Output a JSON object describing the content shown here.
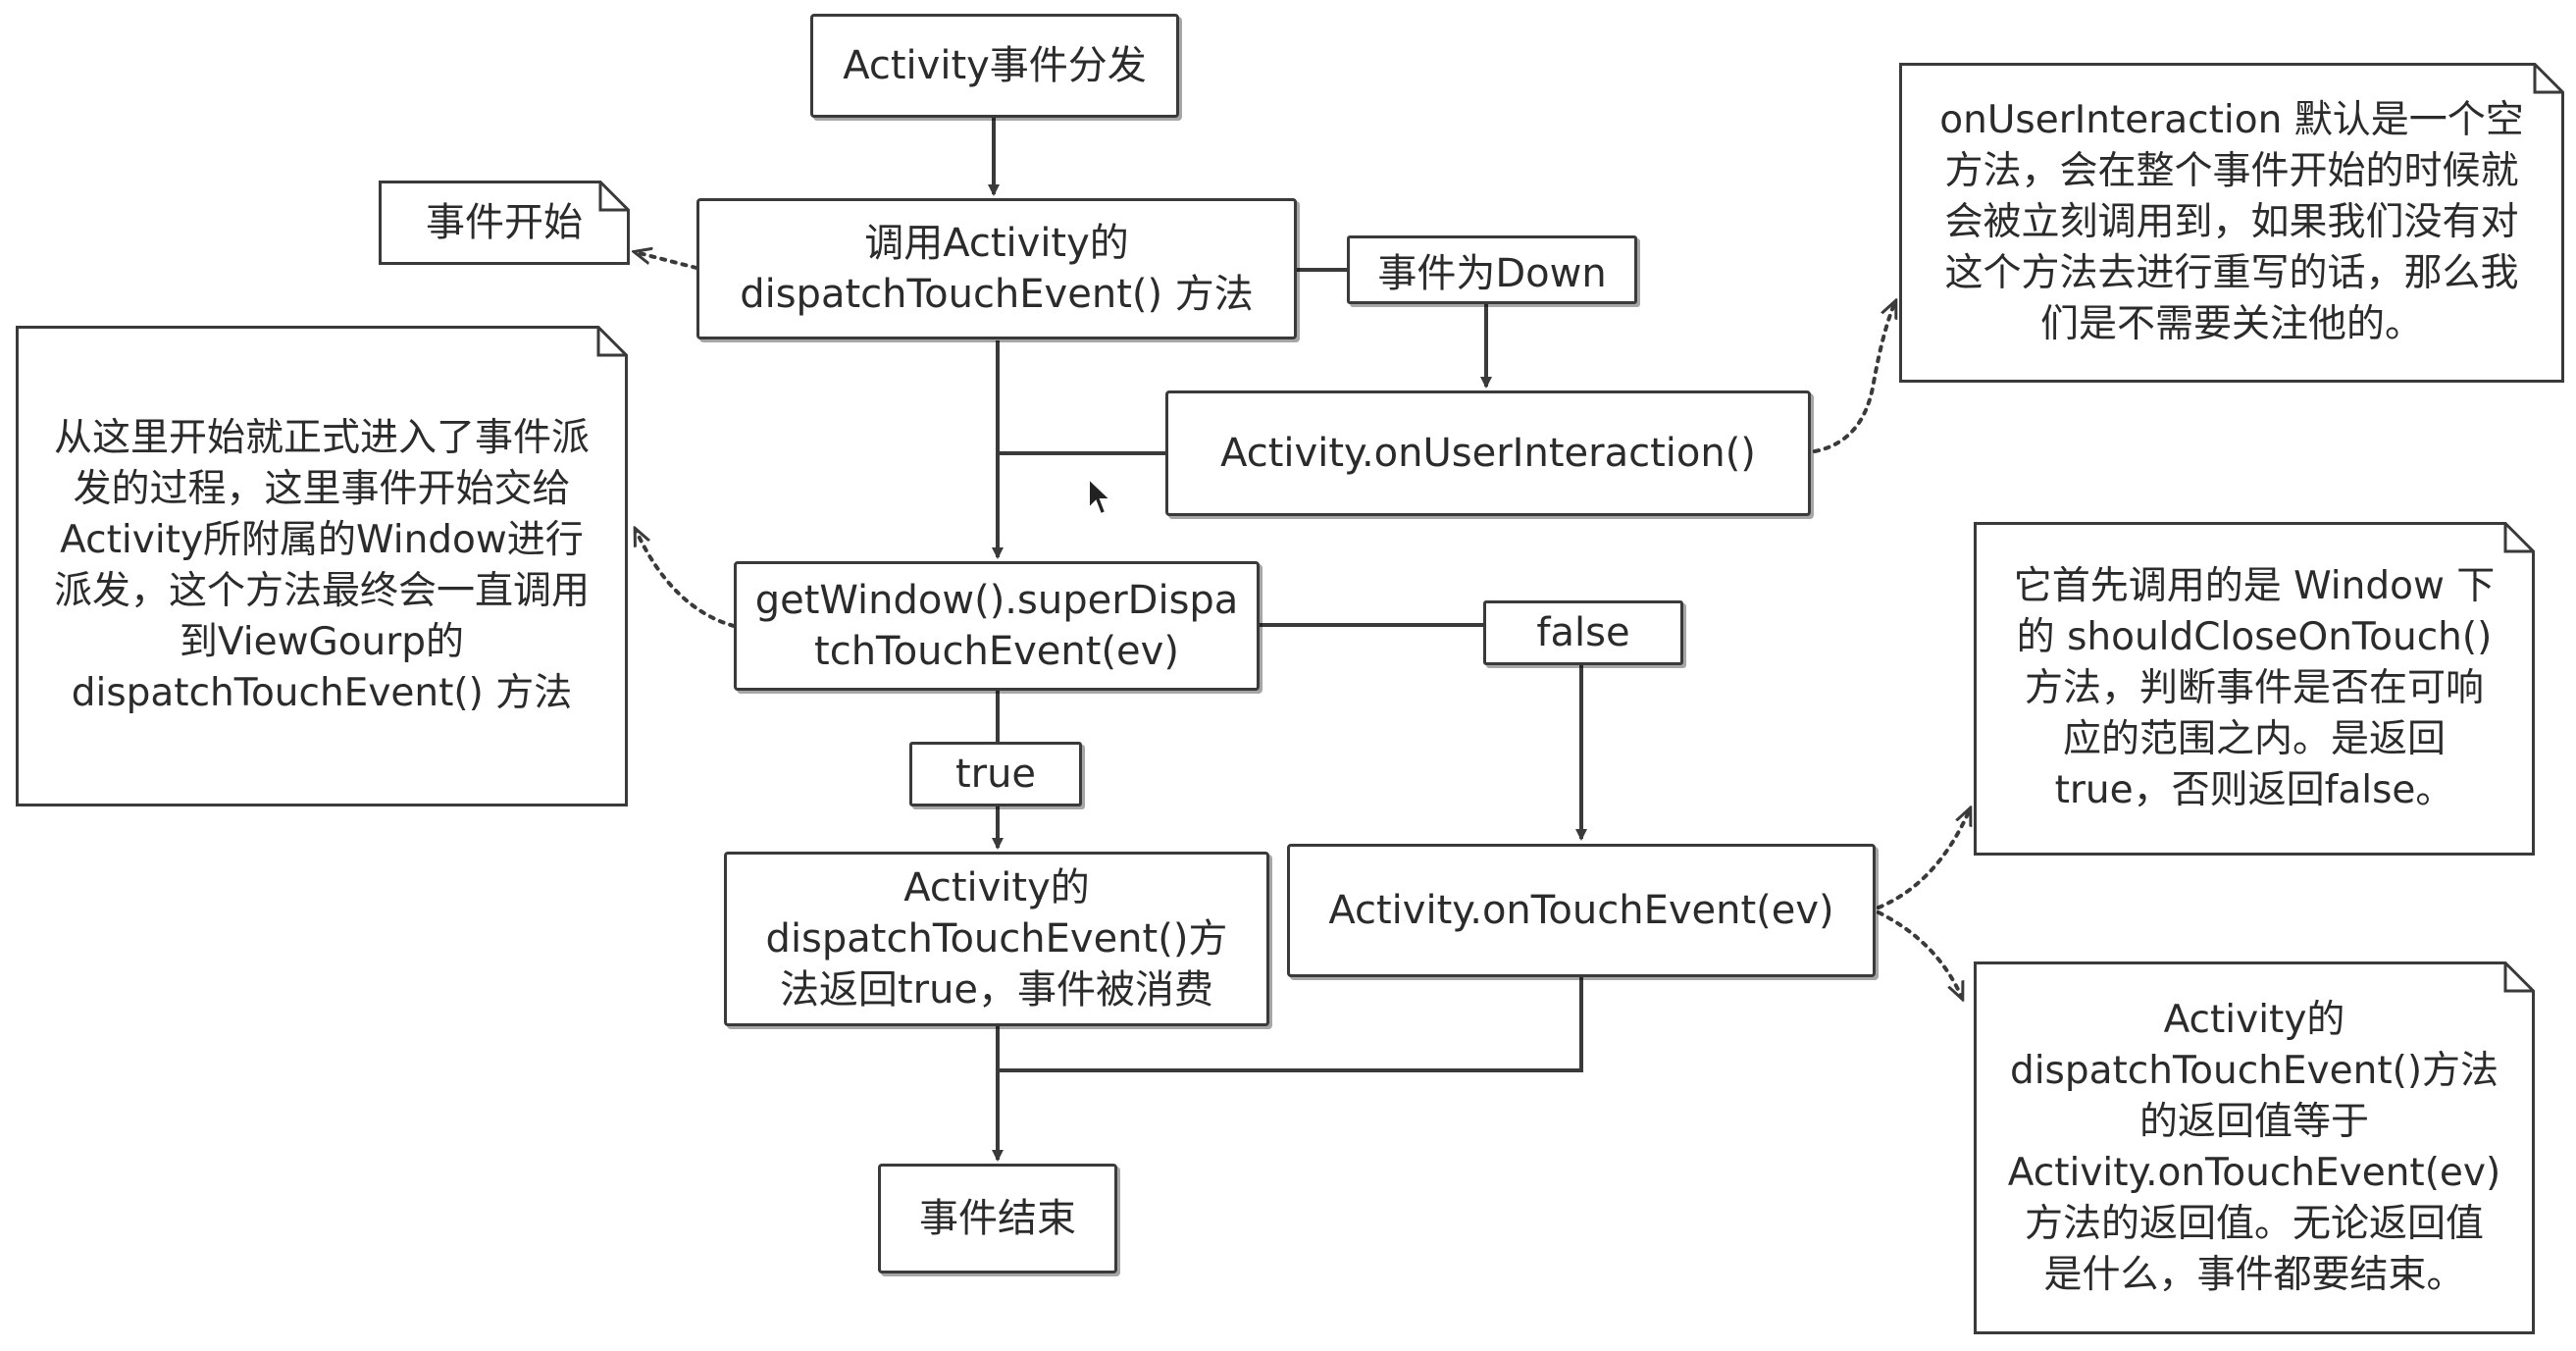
{
  "nodes": {
    "title": "Activity事件分发",
    "dispatch_line1": "调用Activity的",
    "dispatch_line2": "dispatchTouchEvent() 方法",
    "user_interaction": "Activity.onUserInteraction()",
    "super_dispatch_line1": "getWindow().superDispa",
    "super_dispatch_line2": "tchTouchEvent(ev)",
    "consumed_line1": "Activity的",
    "consumed_line2": "dispatchTouchEvent()方",
    "consumed_line3": "法返回true，事件被消费",
    "on_touch_event": "Activity.onTouchEvent(ev)",
    "end": "事件结束"
  },
  "edge_labels": {
    "down": "事件为Down",
    "false": "false",
    "true": "true"
  },
  "notes": {
    "event_start": "事件开始",
    "dispatch_start": [
      "从这里开始就正式进入了事件派",
      "发的过程，这里事件开始交给",
      "Activity所附属的Window进行",
      "派发，这个方法最终会一直调用",
      "到ViewGourp的",
      "dispatchTouchEvent() 方法"
    ],
    "user_interaction_note": [
      "onUserInteraction 默认是一个空",
      "方法，会在整个事件开始的时候就",
      "会被立刻调用到，如果我们没有对",
      "这个方法去进行重写的话，那么我",
      "们是不需要关注他的。"
    ],
    "should_close": [
      "它首先调用的是 Window 下",
      "的 shouldCloseOnTouch()",
      "方法，判断事件是否在可响",
      "应的范围之内。是返回",
      "true，否则返回false。"
    ],
    "return_value": [
      "Activity的",
      "dispatchTouchEvent()方法",
      "的返回值等于",
      "Activity.onTouchEvent(ev)",
      "方法的返回值。无论返回值",
      "是什么，事件都要结束。"
    ]
  },
  "colors": {
    "line": "#3a3a3a",
    "background": "#ffffff",
    "text": "#2b2b2b"
  },
  "icons": {
    "cursor": "mouse-pointer-icon"
  }
}
